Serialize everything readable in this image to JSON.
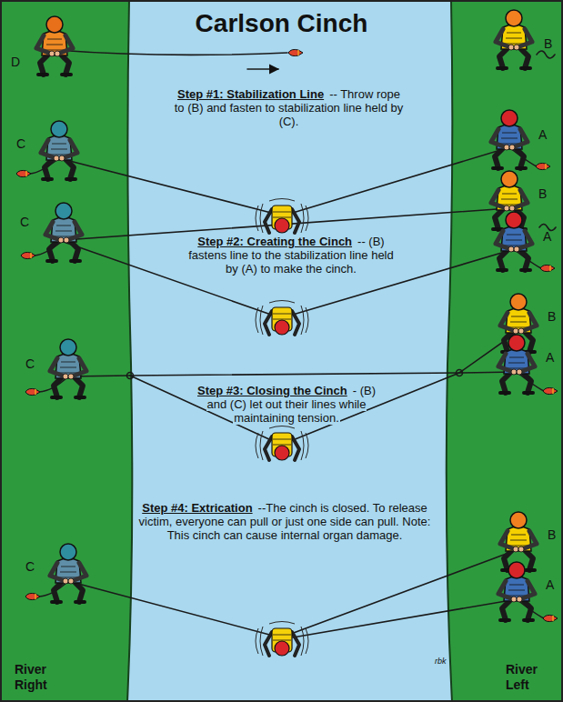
{
  "diagram": {
    "title": "Carlson Cinch",
    "labels": [
      "D",
      "B",
      "C",
      "A",
      "Step #1: Stabilization Line",
      "-- Throw rope to (B) and fasten to stabilization line held by (C).",
      "C",
      "B",
      "A",
      "Step #2: Creating the Cinch",
      "-- (B) fastens line to the stabilization line held by (A) to make the cinch.",
      "C",
      "B",
      "A",
      "Step #3: Closing the Cinch",
      "- (B) and (C) let out their lines while maintaining tension.",
      "C",
      "B",
      "A",
      "Step #4: Extrication",
      "--The cinch is closed. To release victim, everyone can pull or just one side can pull. Note: This cinch can cause internal organ damage.",
      "rbk",
      "River Right",
      "River Left"
    ]
  }
}
